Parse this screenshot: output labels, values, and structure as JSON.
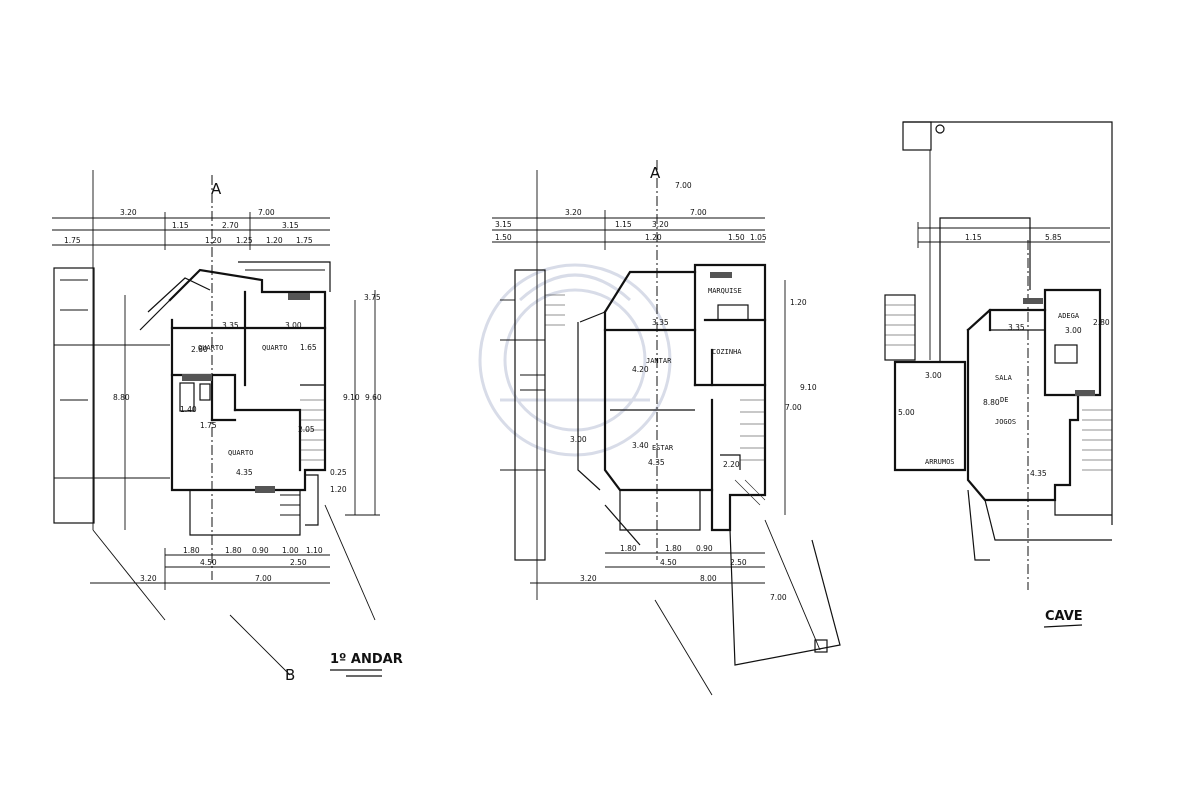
{
  "section_marks": {
    "a_left": "A",
    "a_mid": "A",
    "b_bottom": "B"
  },
  "plans": {
    "first_floor": {
      "title": "1º ANDAR",
      "rooms": {
        "quarto_1": "QUARTO",
        "quarto_2": "QUARTO",
        "quarto_3": "QUARTO"
      },
      "dims": {
        "top_320": "3.20",
        "top_700": "7.00",
        "t_115": "1.15",
        "t_270": "2.70",
        "t_315": "3.15",
        "l_175": "1.75",
        "t2_120": "1.20",
        "t2_125": "1.25",
        "t2_120b": "1.20",
        "t2_175": "1.75",
        "r_335": "3.35",
        "r_300": "3.00",
        "r_165": "1.65",
        "r_260": "2.60",
        "r_175": "1.75",
        "r_435": "4.35",
        "r_025": "0.25",
        "r_205": "2.05",
        "r_120": "1.20",
        "v_880": "8.80",
        "v_910": "9.10",
        "v_960": "9.60",
        "v_375": "3.75",
        "v_140": "1.40",
        "b_180a": "1.80",
        "b_180b": "1.80",
        "b_090": "0.90",
        "b_100": "1.00",
        "b_110": "1.10",
        "b_450": "4.50",
        "b_250": "2.50",
        "b_320": "3.20",
        "b_700": "7.00"
      }
    },
    "ground_floor": {
      "rooms": {
        "marquise": "MARQUISE",
        "jantar": "JANTAR",
        "cozinha": "COZINHA",
        "estar": "ESTAR"
      },
      "dims": {
        "top_700v": "7.00",
        "top_320": "3.20",
        "top_700": "7.00",
        "t_315": "3.15",
        "t_115": "1.15",
        "t_320": "3.20",
        "t_150": "1.50",
        "t_120": "1.20",
        "t2_150": "1.50",
        "t2_105": "1.05",
        "r_335": "3.35",
        "r_420": "4.20",
        "r_300": "3.00",
        "r_340": "3.40",
        "r_435": "4.35",
        "r_220": "2.20",
        "v_120": "1.20",
        "v_910": "9.10",
        "v_700": "7.00",
        "b_180a": "1.80",
        "b_180b": "1.80",
        "b_090": "0.90",
        "b_450": "4.50",
        "b_250": "2.50",
        "b_320": "3.20",
        "b_800": "8.00",
        "b_700": "7.00"
      }
    },
    "basement": {
      "title": "CAVE",
      "rooms": {
        "sala_1": "SALA",
        "sala_2": "DE",
        "sala_3": "JOGOS",
        "adega": "ADEGA",
        "arrumos": "ARRUMOS"
      },
      "dims": {
        "t_115": "1.15",
        "t_585": "5.85",
        "r_335": "3.35",
        "r_300": "3.00",
        "r_880": "8.80",
        "r_500": "5.00",
        "r_435": "4.35",
        "r_280": "2.80",
        "r_300b": "3.00"
      }
    }
  }
}
